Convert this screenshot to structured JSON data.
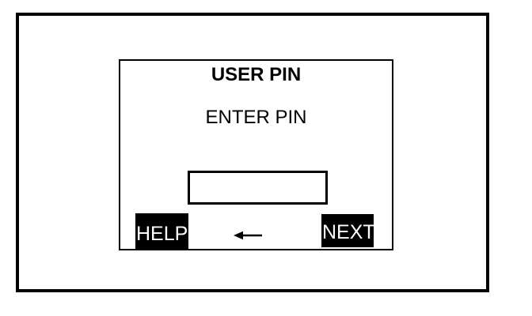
{
  "screen": {
    "title": "USER PIN",
    "prompt": "ENTER PIN",
    "pin_input": {
      "value": ""
    },
    "softkeys": {
      "help_label": "HELP",
      "next_label": "NEXT",
      "back_icon": "left-arrow-icon"
    }
  },
  "colors": {
    "foreground": "#000000",
    "background": "#ffffff",
    "softkey_background": "#000000",
    "softkey_text": "#ffffff"
  }
}
